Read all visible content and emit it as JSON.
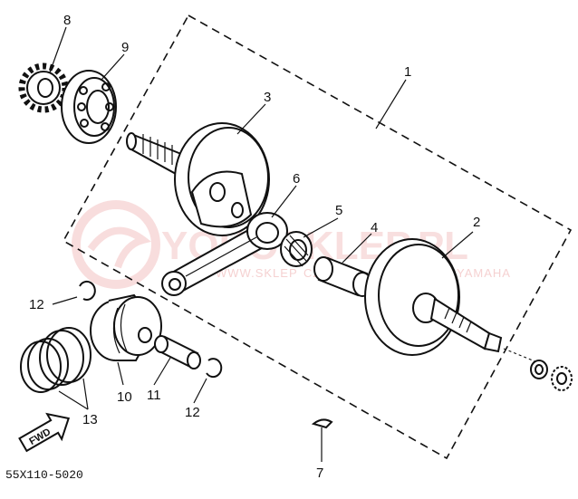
{
  "diagram": {
    "catalog_code": "55X110-5020",
    "fwd_label": "FWD",
    "watermark": {
      "brand": "YOKOSKLEP.PL",
      "fragment_left": "WWW.SKLEP",
      "fragment_cz": "CZ",
      "fragment_right": "YAMAHA"
    },
    "callouts": [
      {
        "id": "c1",
        "label": "1"
      },
      {
        "id": "c2",
        "label": "2"
      },
      {
        "id": "c3",
        "label": "3"
      },
      {
        "id": "c4",
        "label": "4"
      },
      {
        "id": "c5",
        "label": "5"
      },
      {
        "id": "c6",
        "label": "6"
      },
      {
        "id": "c7",
        "label": "7"
      },
      {
        "id": "c8",
        "label": "8"
      },
      {
        "id": "c9",
        "label": "9"
      },
      {
        "id": "c10",
        "label": "10"
      },
      {
        "id": "c11",
        "label": "11"
      },
      {
        "id": "c12a",
        "label": "12"
      },
      {
        "id": "c12b",
        "label": "12"
      },
      {
        "id": "c13",
        "label": "13"
      }
    ]
  }
}
